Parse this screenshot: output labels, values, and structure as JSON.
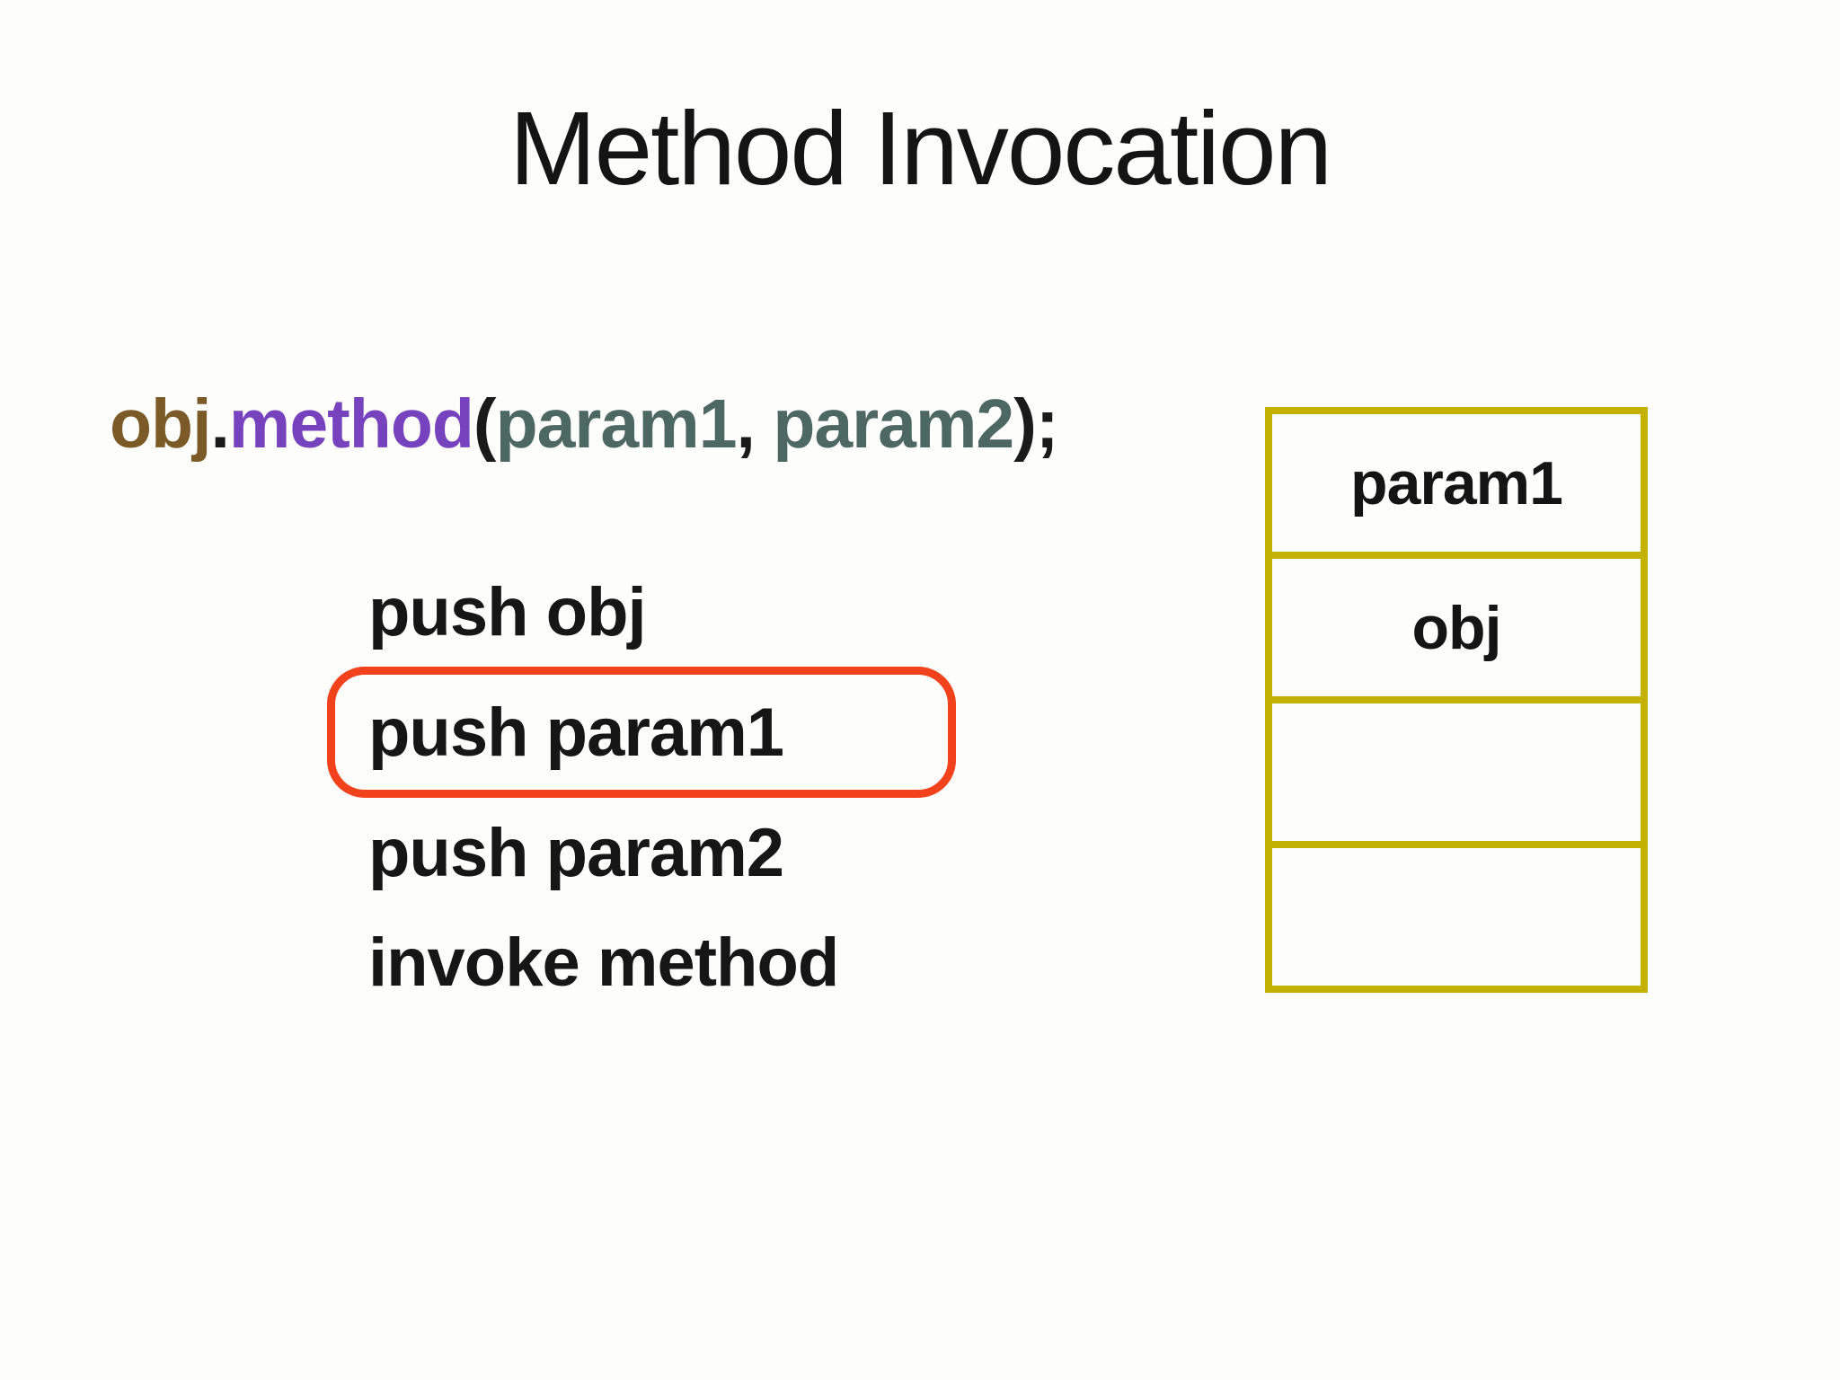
{
  "title": "Method Invocation",
  "code": {
    "segments": [
      {
        "text": "obj",
        "color": "#7B5A28"
      },
      {
        "text": ".",
        "color": "#1A1A1A"
      },
      {
        "text": "method",
        "color": "#7742BE"
      },
      {
        "text": "(",
        "color": "#1A1A1A"
      },
      {
        "text": "param1",
        "color": "#4D6763"
      },
      {
        "text": ", ",
        "color": "#1A1A1A"
      },
      {
        "text": "param2",
        "color": "#4D6763"
      },
      {
        "text": ");",
        "color": "#1A1A1A"
      }
    ]
  },
  "instructions": [
    {
      "text": "push obj",
      "highlighted": false
    },
    {
      "text": "push param1",
      "highlighted": true
    },
    {
      "text": "push param2",
      "highlighted": false
    },
    {
      "text": "invoke method",
      "highlighted": false
    }
  ],
  "stack_diagram": {
    "cells": [
      "param1",
      "obj",
      "",
      ""
    ]
  },
  "colors": {
    "highlight_border": "#F1421C",
    "stack_border": "#C3B204",
    "title_text": "#141414",
    "body_text": "#161616",
    "background": "#FDFDFB"
  }
}
